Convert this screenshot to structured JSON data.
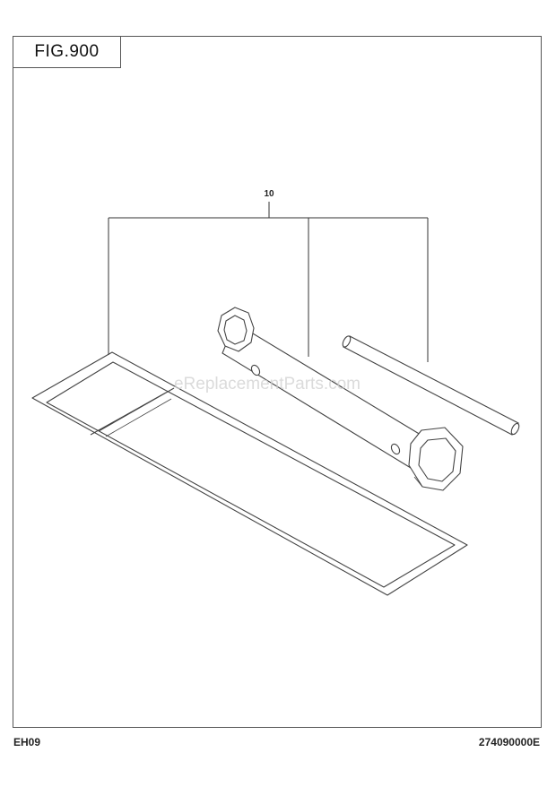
{
  "figure": {
    "title": "FIG.900"
  },
  "callouts": [
    {
      "label": "10"
    }
  ],
  "watermark": "eReplacementParts.com",
  "footer": {
    "model": "EH09",
    "doc_number": "274090000E"
  }
}
